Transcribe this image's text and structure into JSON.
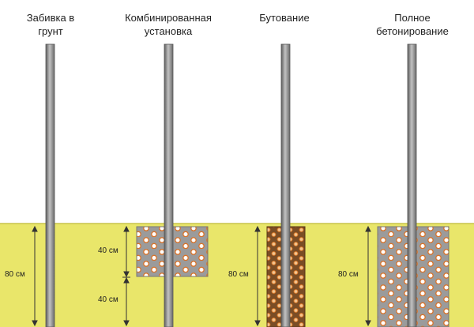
{
  "methods": [
    {
      "title": "Забивка в\nгрунт",
      "depth_label": ""
    },
    {
      "title": "Комбинированная\nустановка",
      "upper_label": "40 см",
      "lower_label": "40 см"
    },
    {
      "title": "Бутование",
      "depth_label": "80 см"
    },
    {
      "title": "Полное\nбетонирование",
      "depth_label": "80 см"
    }
  ],
  "first_depth_label": "80 см",
  "colors": {
    "ground": "#e9e66a",
    "ground_edge": "#c8c44a",
    "concrete": "#9a9a9a",
    "rubble": "#8a5a2e",
    "pipe": "#8d8d8d",
    "aggregate_ring": "#d9732a"
  }
}
